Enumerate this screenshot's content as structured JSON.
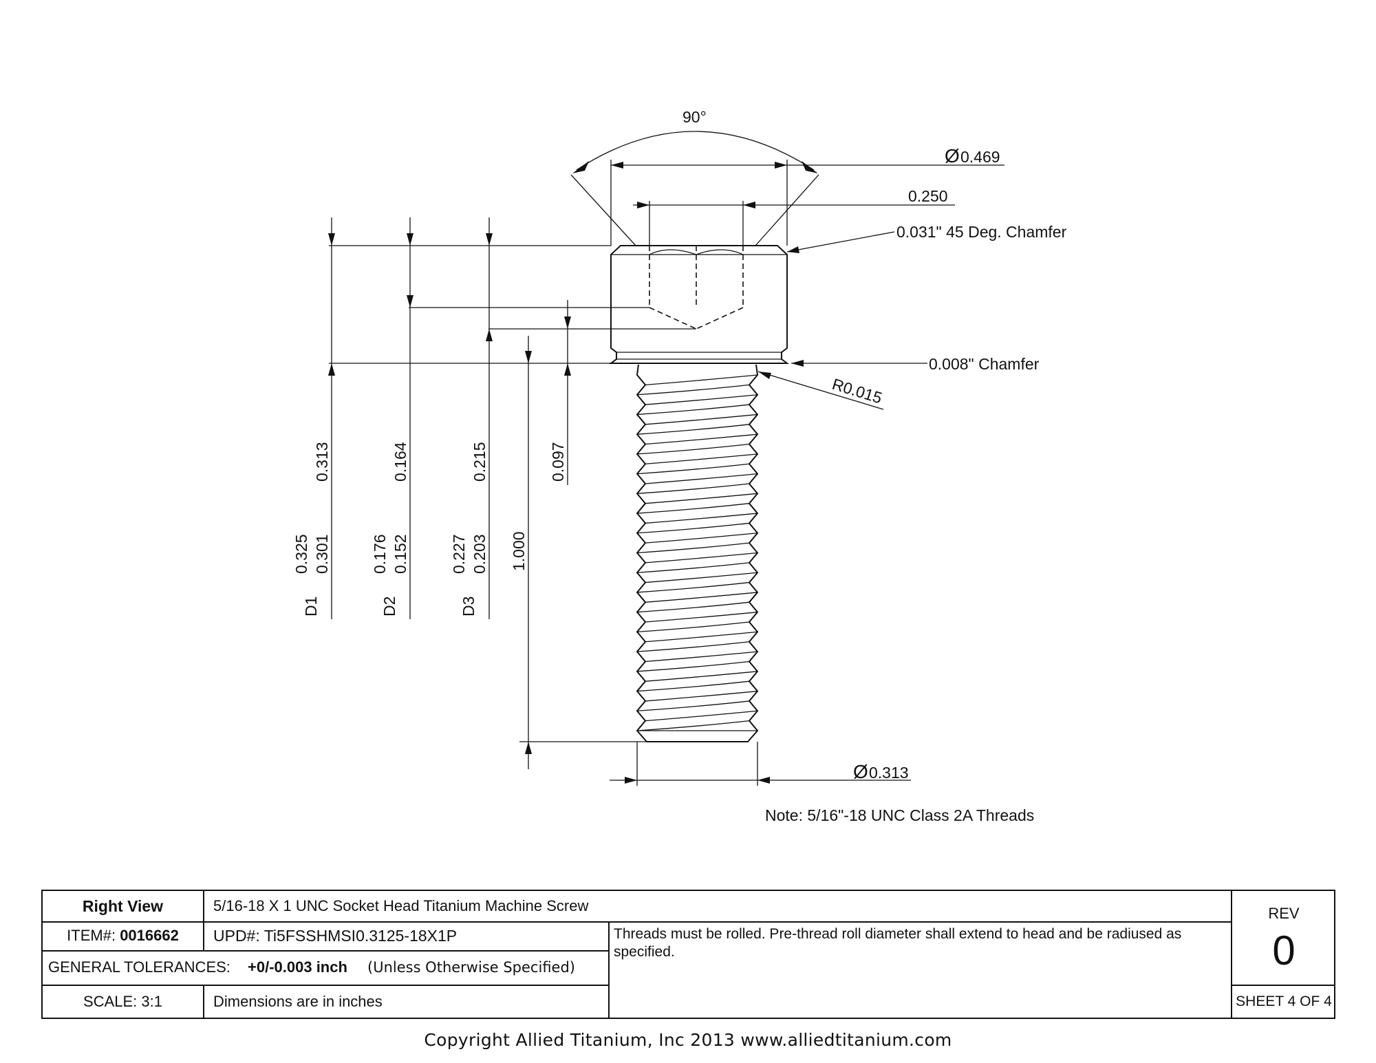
{
  "drawing": {
    "dimensions": {
      "angle": "90°",
      "head_diameter": "0.469",
      "socket_width": "0.250",
      "head_chamfer": "0.031\" 45 Deg. Chamfer",
      "under_head_chamfer": "0.008\" Chamfer",
      "fillet_radius": "R0.015",
      "head_height": "0.313",
      "d1_upper": "0.325",
      "d1_lower": "0.301",
      "d1_label": "D1",
      "socket_depth": "0.164",
      "d2_upper": "0.176",
      "d2_lower": "0.152",
      "d2_label": "D2",
      "socket_point_depth": "0.215",
      "d3_upper": "0.227",
      "d3_lower": "0.203",
      "d3_label": "D3",
      "wall_depth": "0.097",
      "length": "1.000",
      "thread_diameter": "0.313",
      "diameter_symbol": "Ø"
    },
    "note": "Note: 5/16\"-18 UNC Class 2A Threads"
  },
  "title_block": {
    "view_label": "Right View",
    "description": "5/16-18 X 1 UNC Socket Head Titanium Machine Screw",
    "item_label": "ITEM#:",
    "item_value": "0016662",
    "upd_label": "UPD#:",
    "upd_value": "Ti5FSSHMSI0.3125-18X1P",
    "tolerance_label": "GENERAL TOLERANCES:",
    "tolerance_value": "+0/-0.003 inch",
    "tolerance_note": "(Unless Otherwise Specified)",
    "scale": "SCALE: 3:1",
    "units_note": "Dimensions are in inches",
    "notes": "Threads must be rolled. Pre-thread roll diameter shall extend to head and be radiused as specified.",
    "rev_label": "REV",
    "rev_value": "0",
    "sheet": "SHEET 4 OF 4"
  },
  "copyright": "Copyright Allied Titanium, Inc 2013 www.alliedtitanium.com"
}
